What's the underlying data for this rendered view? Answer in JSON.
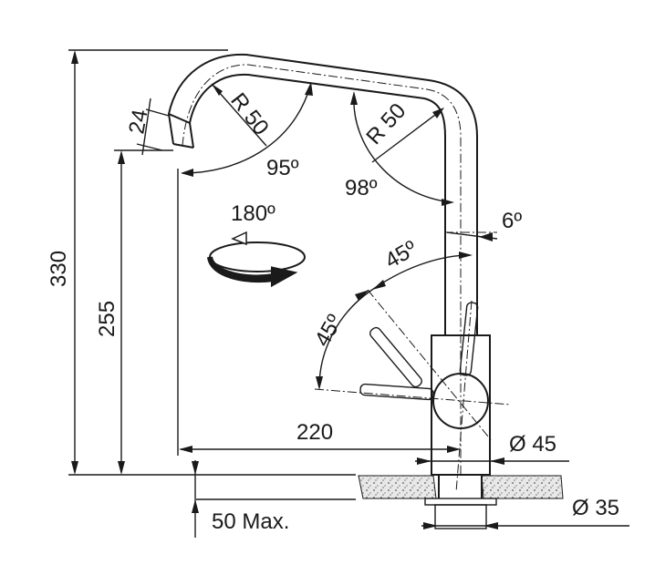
{
  "dimensions": {
    "total_height": "330",
    "spout_height": "255",
    "nozzle_size": "24",
    "radius_left": "R 50",
    "radius_right": "R 50",
    "angle_spout_left": "95º",
    "angle_spout_right": "98º",
    "rotation": "180º",
    "tilt": "6º",
    "lever_angle_upper": "45º",
    "lever_angle_lower": "45º",
    "reach": "220",
    "body_diameter": "Ø 45",
    "hole_diameter": "Ø 35",
    "max_counter_thickness": "50 Max."
  },
  "icons": [
    "rotation-arrow-icon"
  ]
}
